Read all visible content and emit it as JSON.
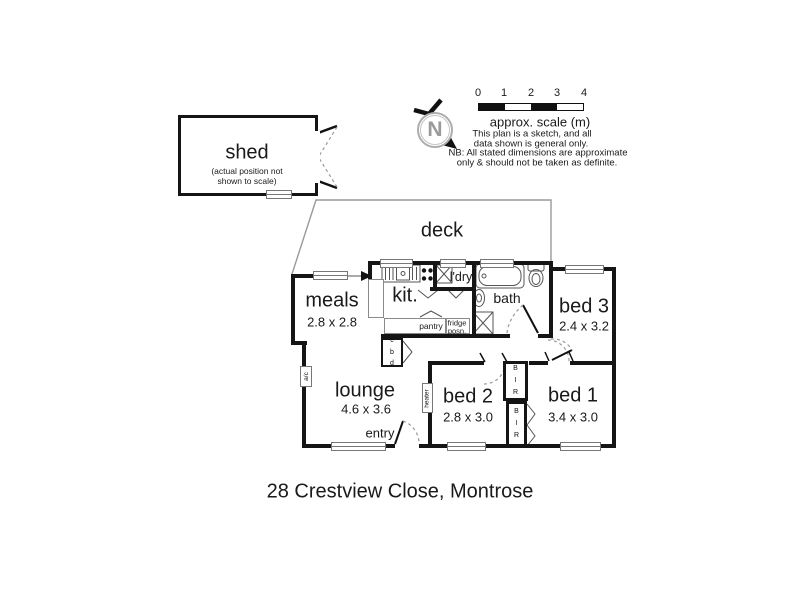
{
  "title": "28 Crestview Close, Montrose",
  "scale_bar": {
    "ticks": [
      "0",
      "1",
      "2",
      "3",
      "4"
    ],
    "caption": "approx. scale (m)",
    "sketch_note_line1": "This plan is a sketch, and all",
    "sketch_note_line2": "data shown is general only.",
    "nb_note_line1": "NB: All stated dimensions are approximate",
    "nb_note_line2": "only & should not be taken as definite."
  },
  "compass": {
    "letter": "N"
  },
  "shed": {
    "label": "shed",
    "note_line1": "(actual position not",
    "note_line2": "shown to scale)"
  },
  "rooms": {
    "deck": {
      "label": "deck"
    },
    "meals": {
      "label": "meals",
      "dims": "2.8 x 2.8"
    },
    "kitchen": {
      "label": "kit."
    },
    "laundry": {
      "label": "l'dry"
    },
    "bath": {
      "label": "bath"
    },
    "bed3": {
      "label": "bed 3",
      "dims": "2.4 x 3.2"
    },
    "lounge": {
      "label": "lounge",
      "dims": "4.6 x 3.6"
    },
    "bed2": {
      "label": "bed 2",
      "dims": "2.8 x 3.0"
    },
    "bed1": {
      "label": "bed 1",
      "dims": "3.4 x 3.0"
    },
    "entry": {
      "label": "entry"
    }
  },
  "fixtures": {
    "pantry": "pantry",
    "fridge_line1": "fridge",
    "fridge_line2": "posn.",
    "cupboard_letters": [
      "c",
      "b",
      "d"
    ],
    "robe_letters": [
      "B",
      "I",
      "R"
    ],
    "heater": "heater",
    "ac": "a/c"
  },
  "colors": {
    "wall": "#151515",
    "text": "#1a1a1a",
    "light_line": "#9a9a9a"
  }
}
